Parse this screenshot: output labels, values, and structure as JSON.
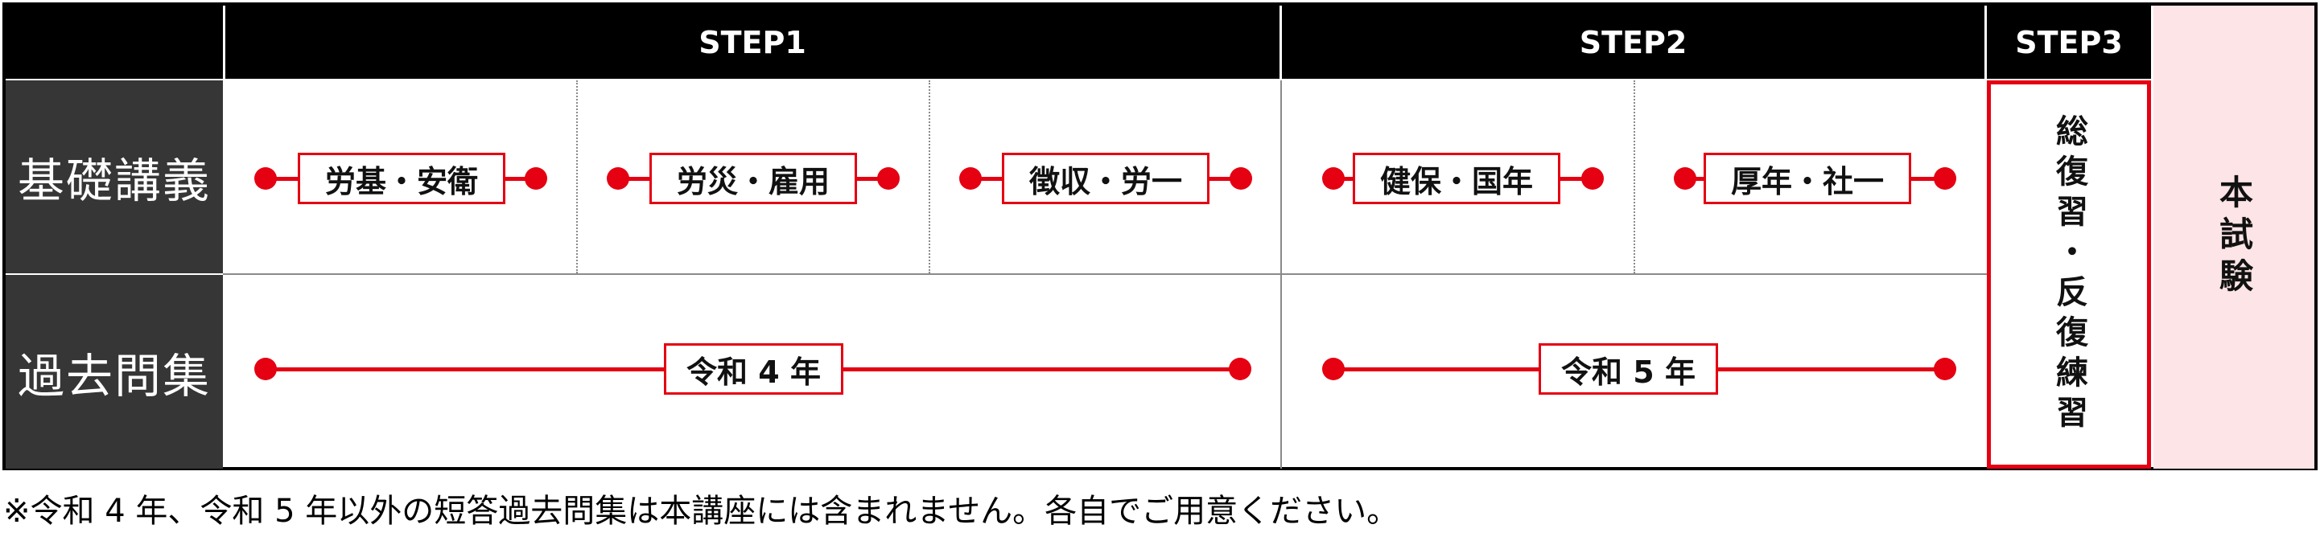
{
  "header": {
    "step1": "STEP1",
    "step2": "STEP2",
    "step3": "STEP3"
  },
  "rows": {
    "lecture": "基礎講義",
    "past_questions": "過去問集"
  },
  "lecture_items": [
    "労基・安衛",
    "労災・雇用",
    "徴収・労一",
    "健保・国年",
    "厚年・社一"
  ],
  "past_items": [
    "令和 4 年",
    "令和 5 年"
  ],
  "step3_text": "総復習・反復練習",
  "exam_text": "本試験",
  "footnote": "※令和 4 年、令和 5 年以外の短答過去問集は本講座には含まれません。各自でご用意ください。",
  "colors": {
    "accent_red": "#e50012",
    "header_bg": "#000000",
    "row_header_bg": "#363636",
    "exam_bg": "#fde4e6"
  }
}
